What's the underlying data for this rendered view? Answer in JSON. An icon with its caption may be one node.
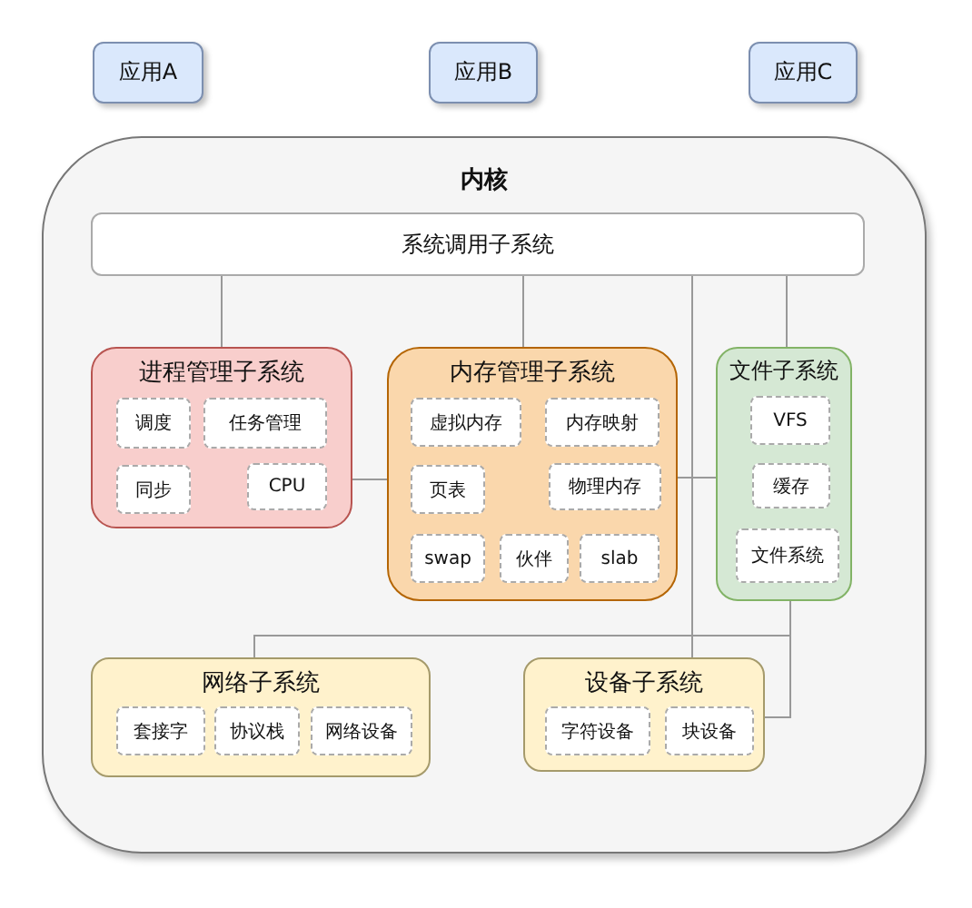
{
  "diagram": {
    "nodes": [
      {
        "text": [
          "应用A"
        ]
      },
      {
        "text": [
          "应用B"
        ]
      },
      {
        "text": [
          "应用C"
        ]
      },
      {
        "text": [
          "内核"
        ]
      },
      {
        "text": [
          "系统调用子系统"
        ],
        "in": 3
      },
      {
        "text": [
          "进程管理子系统"
        ],
        "in": 3
      },
      {
        "text": [
          "调度"
        ],
        "in": 5
      },
      {
        "text": [
          "任务管理"
        ],
        "in": 5
      },
      {
        "text": [
          "同步"
        ],
        "in": 5
      },
      {
        "text": [
          "CPU"
        ],
        "in": 5
      },
      {
        "text": [
          "内存管理子系统"
        ],
        "in": 3
      },
      {
        "text": [
          "虚拟内存"
        ],
        "in": 10
      },
      {
        "text": [
          "内存映射"
        ],
        "in": 10
      },
      {
        "text": [
          "页表"
        ],
        "in": 10
      },
      {
        "text": [
          "物理内存"
        ],
        "in": 10
      },
      {
        "text": [
          "swap"
        ],
        "in": 10
      },
      {
        "text": [
          "伙伴"
        ],
        "in": 10
      },
      {
        "text": [
          "slab"
        ],
        "in": 10
      },
      {
        "text": [
          "文件子系统"
        ],
        "in": 3
      },
      {
        "text": [
          "VFS"
        ],
        "in": 18
      },
      {
        "text": [
          "缓存"
        ],
        "in": 18
      },
      {
        "text": [
          "文件系统"
        ],
        "in": 18
      },
      {
        "text": [
          "网络子系统"
        ],
        "in": 3
      },
      {
        "text": [
          "套接字"
        ],
        "in": 22
      },
      {
        "text": [
          "协议栈"
        ],
        "in": 22
      },
      {
        "text": [
          "网络设备"
        ],
        "in": 22
      },
      {
        "text": [
          "设备子系统"
        ],
        "in": 3
      },
      {
        "text": [
          "字符设备"
        ],
        "in": 26
      },
      {
        "text": [
          "块设备"
        ],
        "in": 26
      }
    ],
    "edges": [
      {
        "from": 4,
        "to": 5,
        "arrow": "none"
      },
      {
        "from": 4,
        "to": 10,
        "arrow": "none"
      },
      {
        "from": 4,
        "to": 26,
        "arrow": "none"
      },
      {
        "from": 4,
        "to": 18,
        "arrow": "none"
      },
      {
        "from": 5,
        "to": 10,
        "arrow": "none"
      },
      {
        "from": 10,
        "to": 18,
        "arrow": "none"
      },
      {
        "from": 18,
        "to": 22,
        "arrow": "none"
      },
      {
        "from": 18,
        "to": 26,
        "arrow": "none"
      }
    ]
  }
}
